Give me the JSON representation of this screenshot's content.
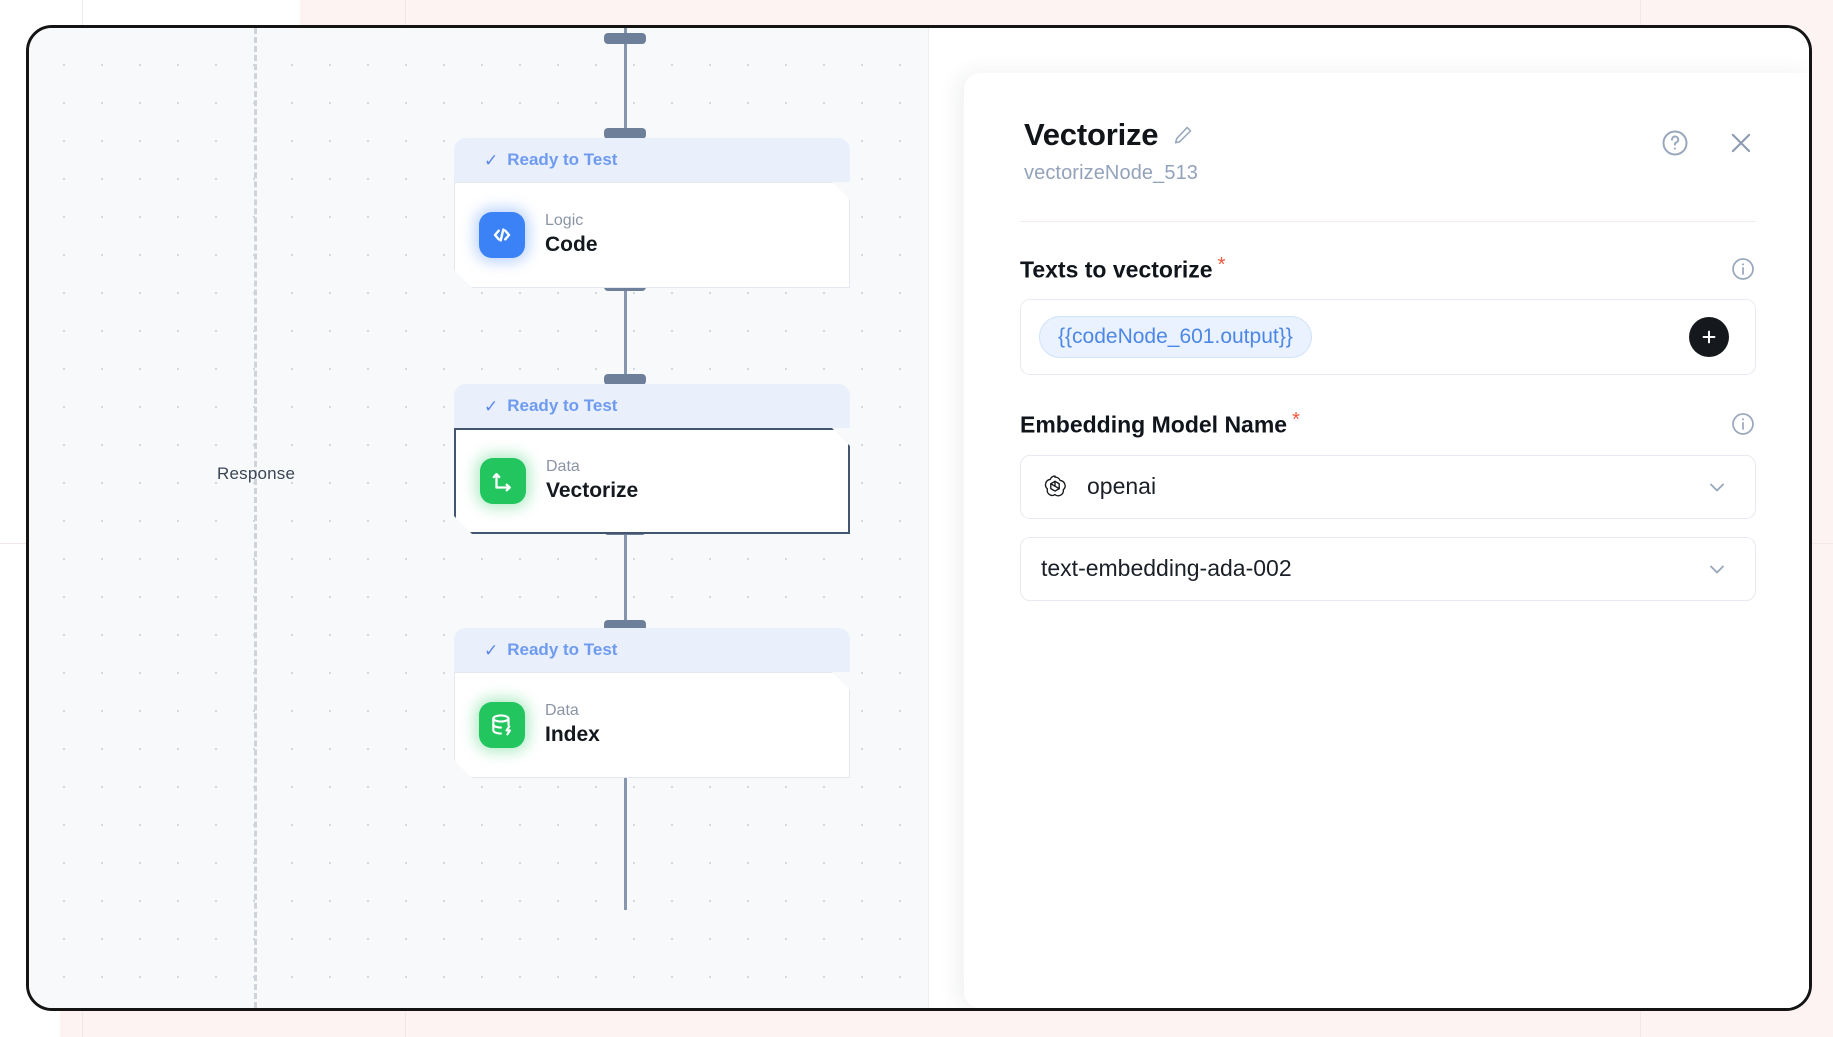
{
  "canvas": {
    "response_label": "Response",
    "nodes": [
      {
        "id": "code",
        "status": "Ready to Test",
        "kind": "Logic",
        "title": "Code",
        "icon": "code-brackets-icon",
        "icon_color": "#3B82F6",
        "selected": false
      },
      {
        "id": "vectorize",
        "status": "Ready to Test",
        "kind": "Data",
        "title": "Vectorize",
        "icon": "vector-axes-icon",
        "icon_color": "#22C55E",
        "selected": true
      },
      {
        "id": "index",
        "status": "Ready to Test",
        "kind": "Data",
        "title": "Index",
        "icon": "database-bolt-icon",
        "icon_color": "#22C55E",
        "selected": false
      }
    ]
  },
  "panel": {
    "title": "Vectorize",
    "subtitle": "vectorizeNode_513",
    "edit_icon": "pencil-icon",
    "help_icon": "help-circle-icon",
    "close_icon": "close-icon",
    "fields": [
      {
        "label": "Texts to vectorize",
        "required": "*",
        "info_icon": "info-icon",
        "type": "chips",
        "chips": [
          "{{codeNode_601.output}}"
        ],
        "add_label": "+"
      },
      {
        "label": "Embedding Model Name",
        "required": "*",
        "info_icon": "info-icon",
        "type": "select",
        "provider_value": "openai",
        "provider_icon": "openai-logo-icon",
        "model_value": "text-embedding-ada-002"
      }
    ]
  },
  "colors": {
    "status_blue": "#6E9BF0",
    "status_bg": "#E9EFFB",
    "accent_green": "#22C55E",
    "accent_blue": "#3B82F6",
    "required_red": "#F0543A",
    "chip_blue": "#4D87E6"
  }
}
